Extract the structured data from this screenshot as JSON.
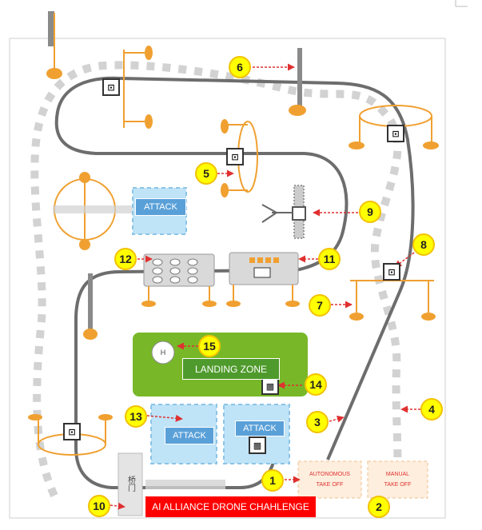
{
  "labels": {
    "attack": "ATTACK",
    "landing_zone": "LANDING ZONE",
    "helipad": "H",
    "autonomous_takeoff_line1": "AUTONOMOUS",
    "autonomous_takeoff_line2": "TAKE OFF",
    "manual_takeoff_line1": "MANUAL",
    "manual_takeoff_line2": "TAKE OFF",
    "banner": "AI ALLIANCE DRONE CHAHLENGE",
    "gate_sign": "桥门"
  },
  "numbers": [
    "1",
    "2",
    "3",
    "4",
    "5",
    "6",
    "7",
    "8",
    "9",
    "10",
    "11",
    "12",
    "13",
    "14",
    "15"
  ],
  "colors": {
    "track": "#6d6d6d",
    "dashed_path": "#d2d2d2",
    "orange": "#f0a030",
    "attack_zone": "#bfe3f7",
    "attack_border": "#8cc4e6",
    "landing_zone": "#78b828",
    "banner": "#ff0000",
    "number_badge": "#ffff00",
    "arrow": "#e03030"
  },
  "icons": [
    "qr-marker-icon",
    "helipad-icon",
    "drone-icon",
    "flag-pole-icon",
    "obstacle-module-icon"
  ]
}
